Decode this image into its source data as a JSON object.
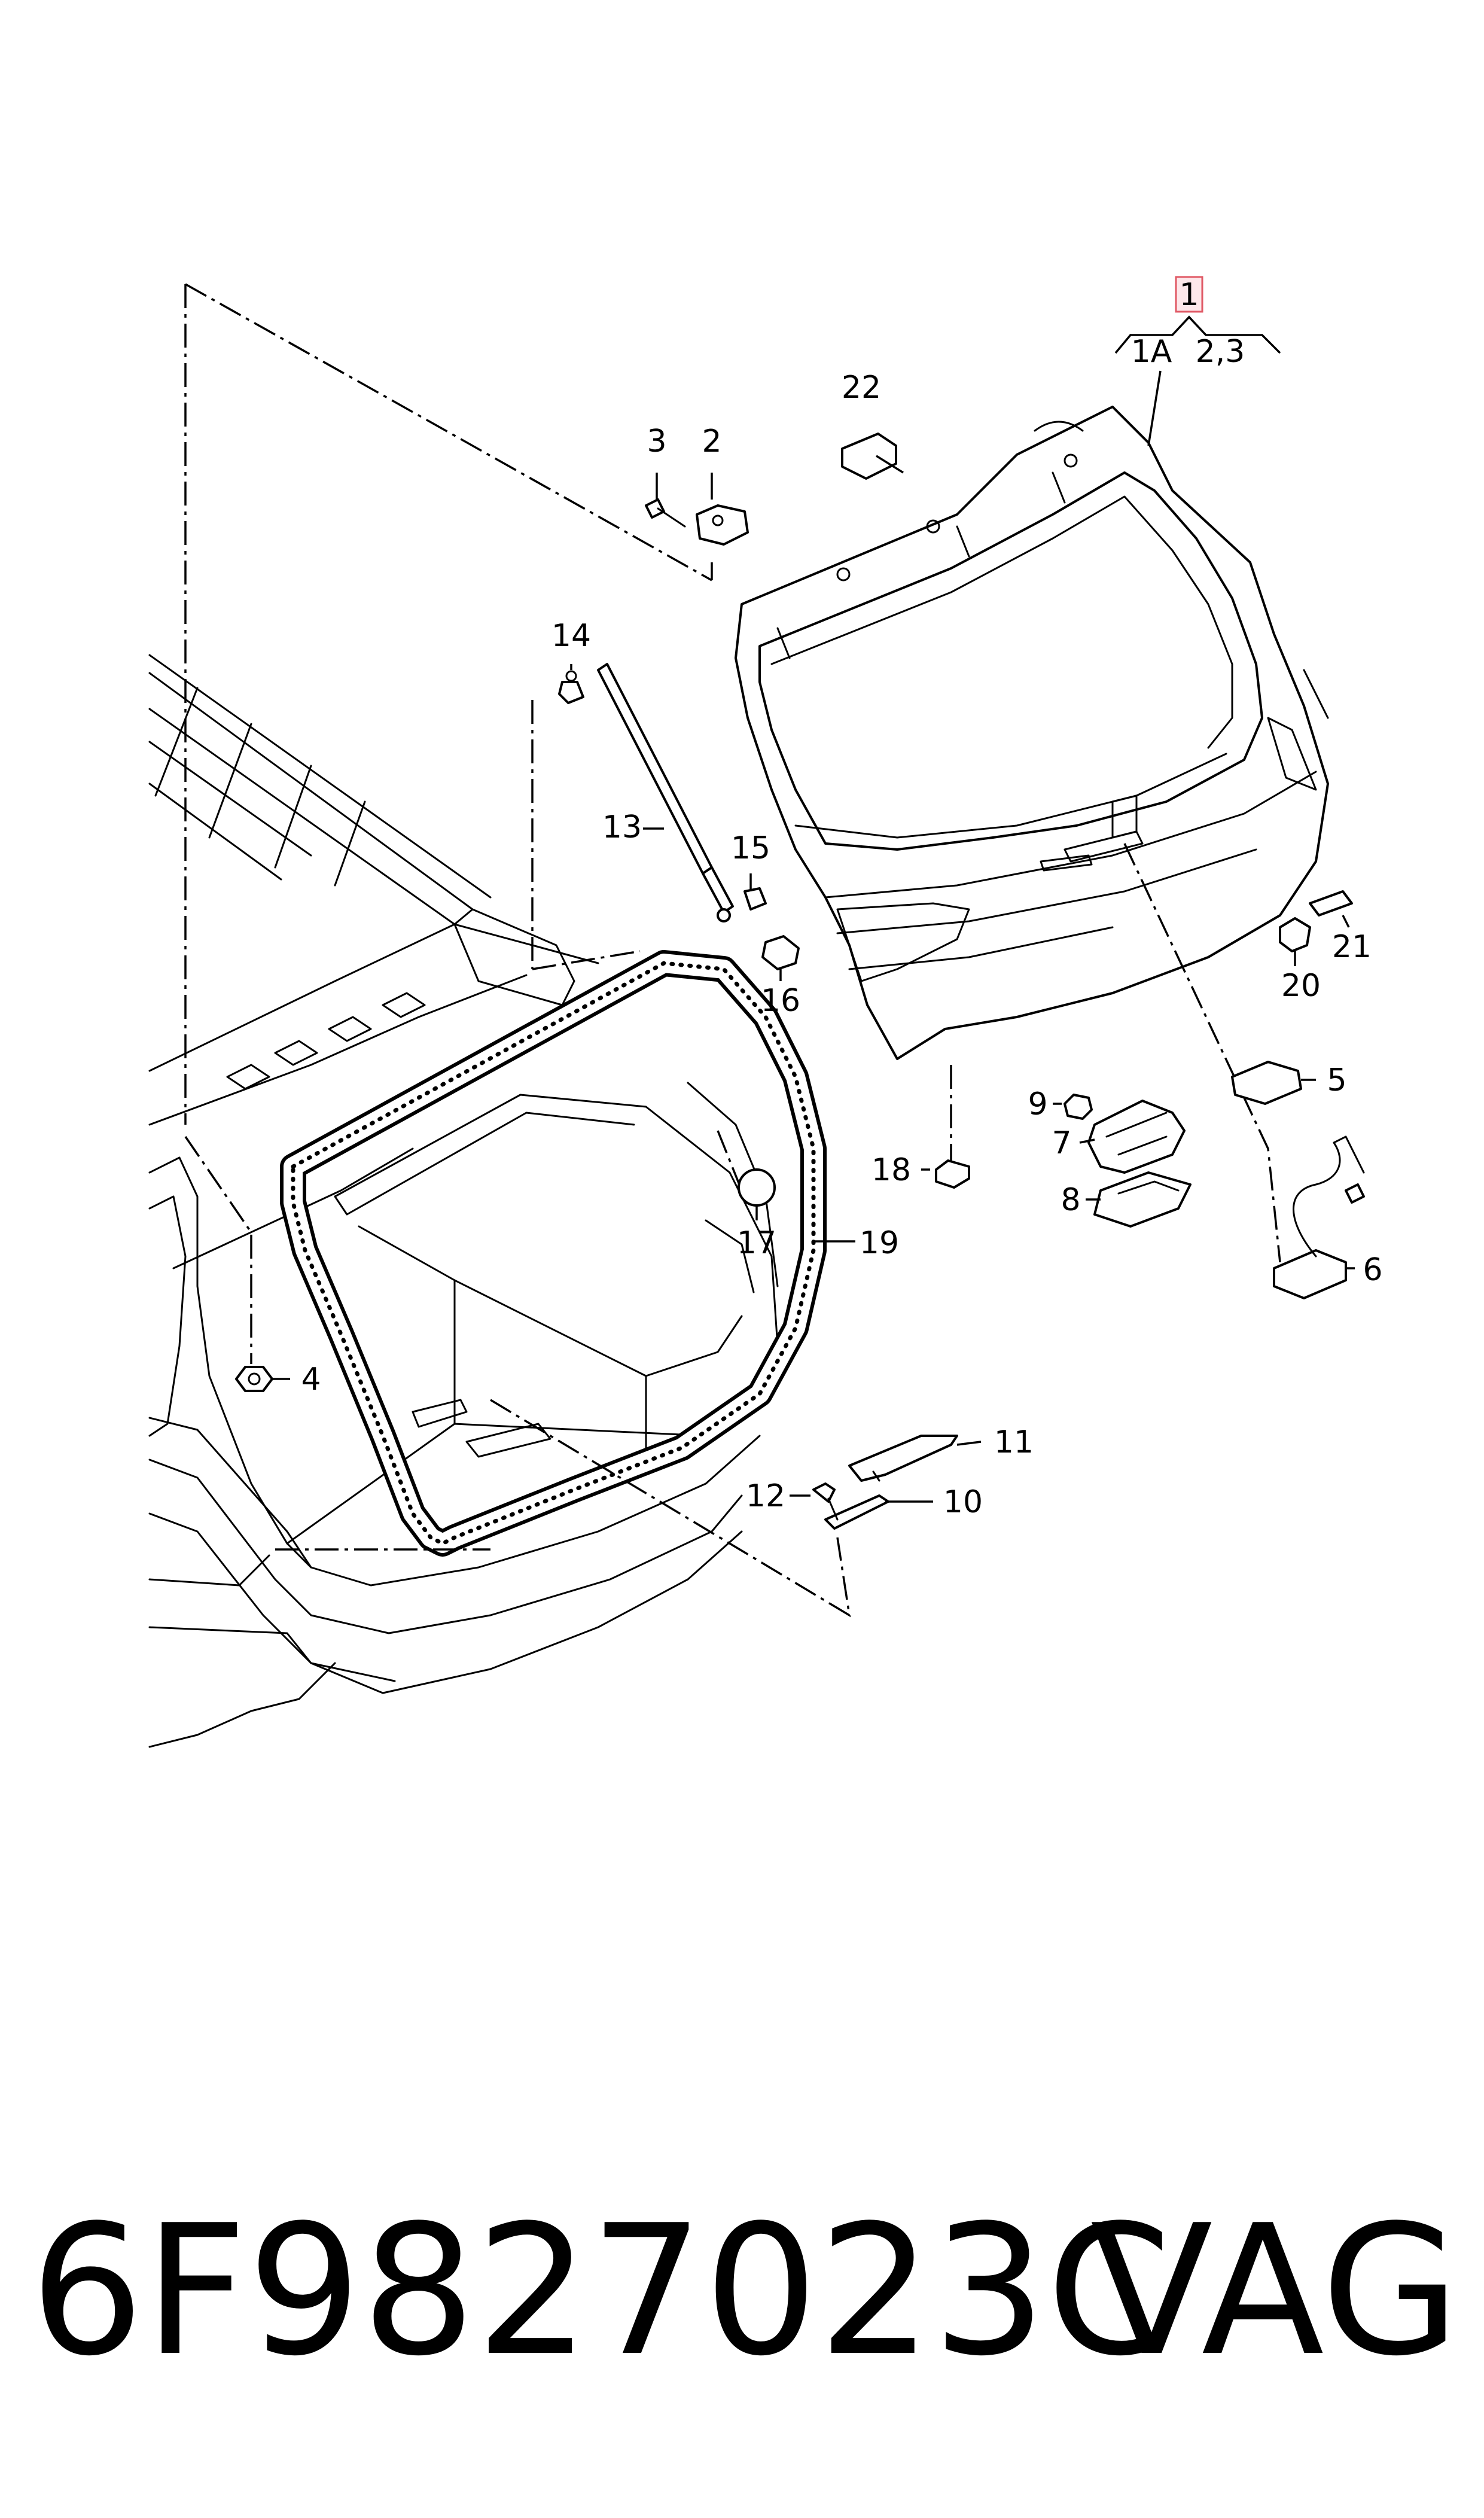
{
  "diagram": {
    "callout_main": "1",
    "callout_left": "1A",
    "callout_right": "2,3",
    "highlight_color": "#e05a66",
    "labels": {
      "p2": "2",
      "p3": "3",
      "p4": "4",
      "p5": "5",
      "p6": "6",
      "p7": "7",
      "p8": "8",
      "p9": "9",
      "p10": "10",
      "p11": "11",
      "p12": "12",
      "p13": "13",
      "p14": "14",
      "p15": "15",
      "p16": "16",
      "p17": "17",
      "p18": "18",
      "p19": "19",
      "p20": "20",
      "p21": "21",
      "p22": "22"
    }
  },
  "footer": {
    "part_number": "6F9827023C",
    "brand": "VAG"
  }
}
